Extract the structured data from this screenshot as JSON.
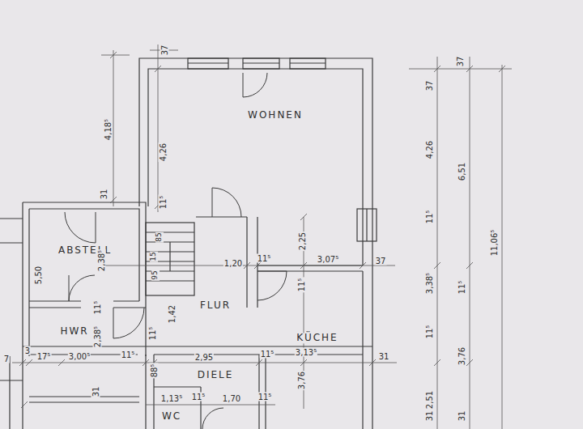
{
  "diagram": {
    "labels": [
      "37",
      "4,18⁵",
      "4,26",
      "WOHNEN",
      "31",
      "11⁵",
      "37",
      "37",
      "4,26",
      "6,51",
      "11,06⁵",
      "11⁵",
      "2,25",
      "ABSTELL",
      "5,50",
      "2,38⁵",
      "85",
      "15",
      "95",
      "1,20",
      "11⁵",
      "3,07⁵",
      "37",
      "3,38⁵",
      "11⁵",
      "11⁵",
      "FLUR",
      "1,42",
      "11⁵",
      "HWR",
      "2,38⁵",
      "KÜCHE",
      "11⁵",
      "11⁵",
      "7",
      "3",
      "17⁵",
      "3,00⁵",
      "11⁵",
      "2,95",
      "11⁵",
      "3,13⁵",
      "31",
      "3,76",
      "88⁵",
      "DIELE",
      "3,76",
      "2,51",
      "31",
      "1,13⁵",
      "11⁵",
      "1,70",
      "11⁵",
      "WC",
      "31",
      "31"
    ]
  }
}
